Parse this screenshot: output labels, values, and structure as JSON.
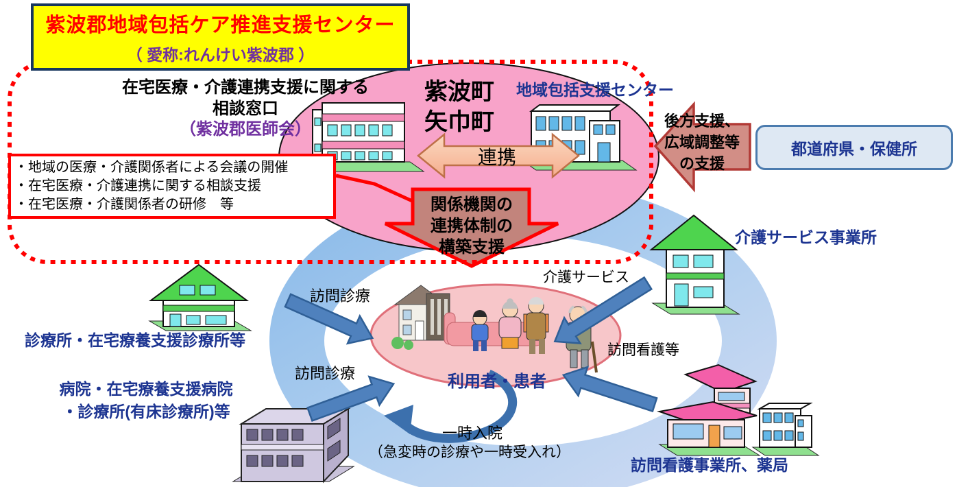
{
  "header": {
    "title": "紫波郡地域包括ケア推進支援センター",
    "subtitle": "（ 愛称:れんけい紫波郡 ）"
  },
  "consult": {
    "lines": "在宅医療・介護連携支援に関する\n相談窓口",
    "org": "（紫波郡医師会）"
  },
  "towns": {
    "label": "紫波町\n矢巾町"
  },
  "renkei": {
    "label": "連携"
  },
  "houkatsu": {
    "label": "地域包括支援センター"
  },
  "backup": {
    "label": "後方支援、\n広域調整等\nの支援"
  },
  "prefecture": {
    "label": "都道府県・保健所"
  },
  "tasks": {
    "items": [
      "・地域の医療・介護関係者による会議の開催",
      "・在宅医療・介護連携に関する相談支援",
      "・在宅医療・介護関係者の研修　等"
    ]
  },
  "downarrow": {
    "label": "関係機関の\n連携体制の\n構築支援"
  },
  "center": {
    "label": "利用者・患者"
  },
  "flows": {
    "visit_top": "訪問診療",
    "visit_bottom": "訪問診療",
    "kaigo": "介護サービス",
    "kango": "訪問看護等",
    "nyuin": "一時入院",
    "nyuin_note": "（急変時の診療や一時受入れ）"
  },
  "facilities": {
    "clinic": "診療所・在宅療養支援診療所等",
    "hospital": "病院・在宅療養支援病院\n・診療所(有床診療所)等",
    "kaigo_office": "介護サービス事業所",
    "kango_pharmacy": "訪問看護事業所、薬局"
  },
  "colors": {
    "title_red": "#FF0000",
    "title_purple": "#7030A0",
    "title_bg": "#FFFF00",
    "title_border": "#17375E",
    "navy_text": "#1C3491",
    "pink_ellipse": "#F8A3C9",
    "center_ellipse": "#F7C6C9",
    "blue_ring": "#A9CBEE",
    "blue_arrow": "#4F81BD",
    "renkei_arrow_fill": "#F9C2A0",
    "backup_arrow_fill": "#D28E86",
    "down_arrow_fill": "#C2847C",
    "dotted_border": "#FF0000",
    "pref_box_bg": "#DEE8F3",
    "pref_box_border": "#4B7BAE"
  }
}
